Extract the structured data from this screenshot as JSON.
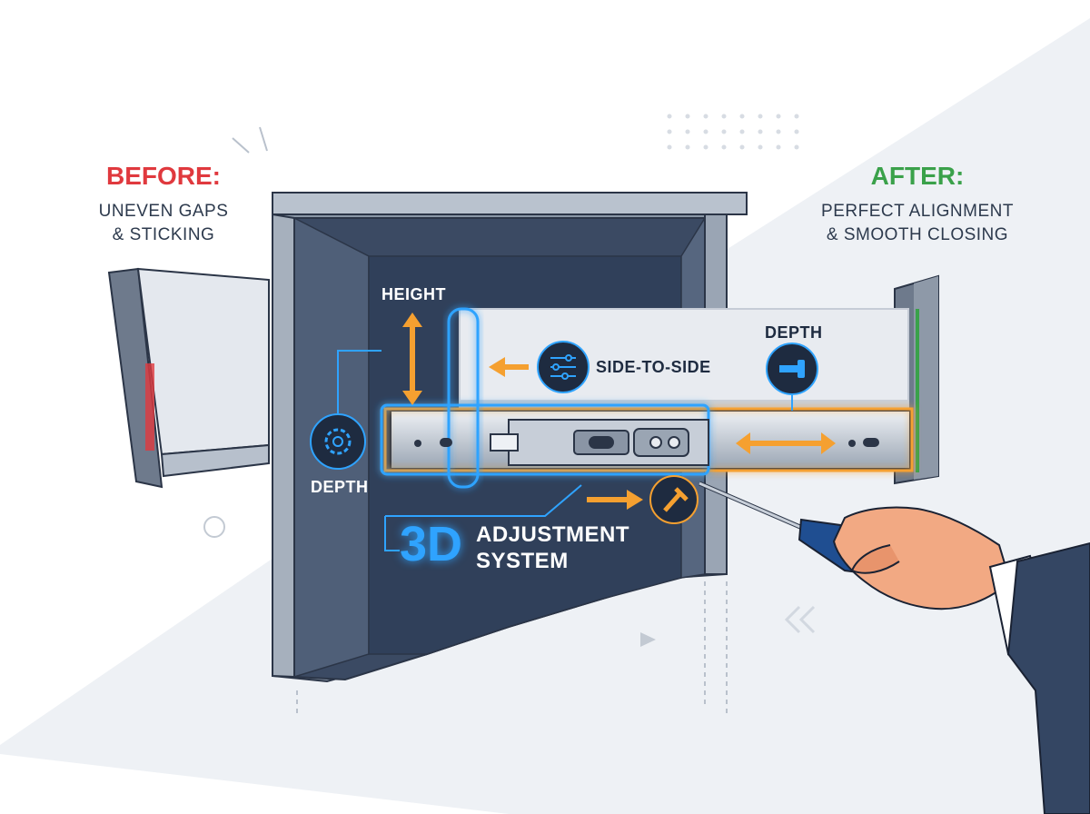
{
  "before": {
    "heading": "BEFORE:",
    "line1": "UNEVEN GAPS",
    "line2": "& STICKING"
  },
  "after": {
    "heading": "AFTER:",
    "line1": "PERFECT ALIGNMENT",
    "line2": "& SMOOTH CLOSING"
  },
  "adjustments": {
    "height": "HEIGHT",
    "depth_left": "DEPTH",
    "side_to_side": "SIDE-TO-SIDE",
    "depth_right": "DEPTH"
  },
  "system": {
    "big": "3D",
    "line1": "ADJUSTMENT",
    "line2": "SYSTEM"
  },
  "colors": {
    "before": "#e0393e",
    "after": "#3aa14a",
    "arrow": "#f5a030",
    "glow": "#2fa3ff",
    "cabinet": "#3b4a63"
  },
  "icons": [
    "gear-icon",
    "sliders-icon",
    "screw-icon",
    "screwdriver-icon",
    "hand-icon"
  ]
}
